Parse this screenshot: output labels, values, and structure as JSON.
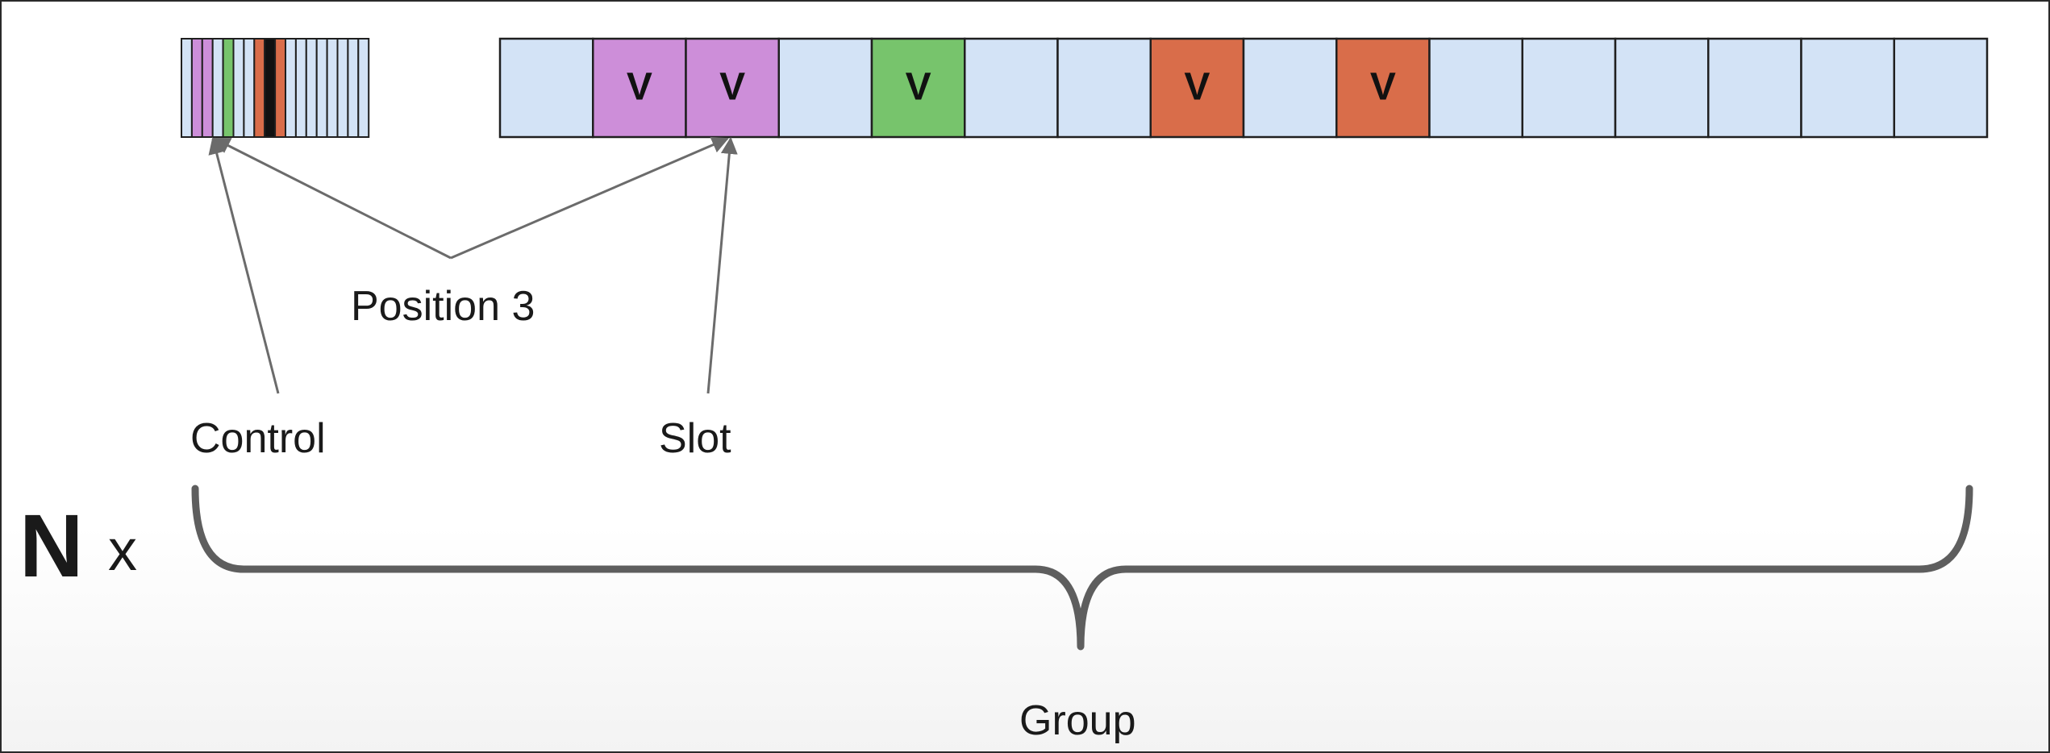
{
  "colors": {
    "empty": "#d3e3f6",
    "purple": "#cd8ed9",
    "green": "#77c46c",
    "orange": "#d96d4a",
    "black": "#111111",
    "border": "#1f1f1f",
    "arrow": "#6b6b6b"
  },
  "control_bytes": [
    "empty",
    "purple",
    "purple",
    "empty",
    "green",
    "empty",
    "empty",
    "orange",
    "black",
    "orange",
    "empty",
    "empty",
    "empty",
    "empty",
    "empty",
    "empty",
    "empty",
    "empty"
  ],
  "slots": [
    {
      "color": "empty",
      "mark": ""
    },
    {
      "color": "purple",
      "mark": "V"
    },
    {
      "color": "purple",
      "mark": "V"
    },
    {
      "color": "empty",
      "mark": ""
    },
    {
      "color": "green",
      "mark": "V"
    },
    {
      "color": "empty",
      "mark": ""
    },
    {
      "color": "empty",
      "mark": ""
    },
    {
      "color": "orange",
      "mark": "V"
    },
    {
      "color": "empty",
      "mark": ""
    },
    {
      "color": "orange",
      "mark": "V"
    },
    {
      "color": "empty",
      "mark": ""
    },
    {
      "color": "empty",
      "mark": ""
    },
    {
      "color": "empty",
      "mark": ""
    },
    {
      "color": "empty",
      "mark": ""
    },
    {
      "color": "empty",
      "mark": ""
    },
    {
      "color": "empty",
      "mark": ""
    }
  ],
  "labels": {
    "position": "Position 3",
    "control": "Control",
    "slot": "Slot",
    "group": "Group",
    "n": "N",
    "x": "x"
  }
}
